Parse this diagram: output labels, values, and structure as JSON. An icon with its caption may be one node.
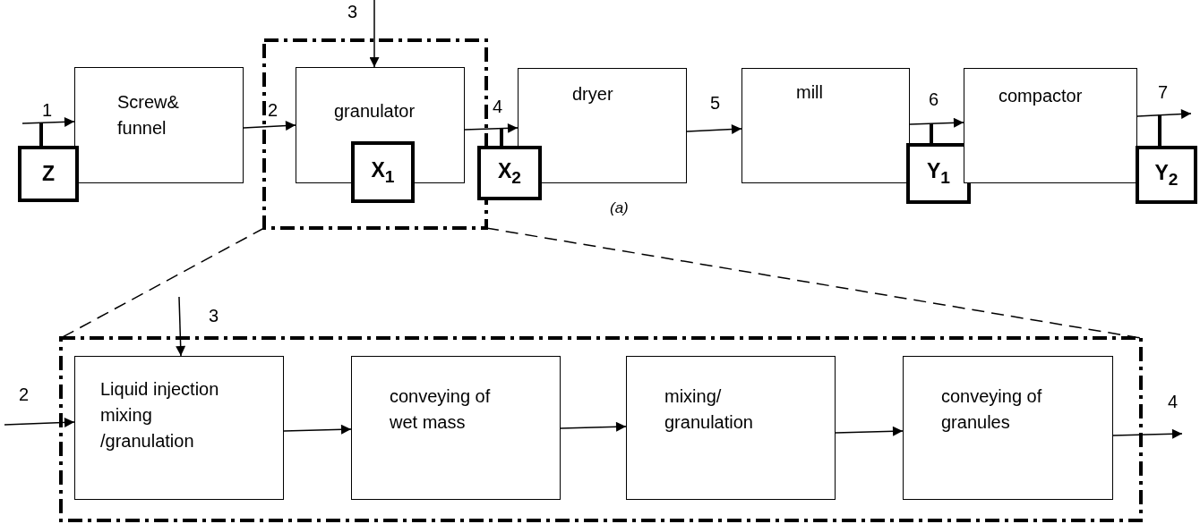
{
  "diagram": {
    "nodes": [
      {
        "text": [
          "Screw& funnel"
        ]
      },
      {
        "text": [
          "Z"
        ]
      },
      {
        "text": [],
        "shape": "box"
      },
      {
        "text": [
          "granulator"
        ],
        "in": 2
      },
      {
        "text": [
          "X$_{1}$"
        ],
        "in": 2
      },
      {
        "text": [
          "dryer"
        ]
      },
      {
        "text": [
          "X$_{2}$"
        ]
      },
      {
        "text": [
          "mill"
        ]
      },
      {
        "text": [
          "Y$_{1}$"
        ]
      },
      {
        "text": [
          "compactor"
        ]
      },
      {
        "text": [
          "Y$_{2}$"
        ]
      },
      {
        "text": [],
        "shape": "box"
      },
      {
        "text": [
          "Liquid injection mixing /granulation"
        ],
        "in": 11
      },
      {
        "text": [
          "conveying of wet mass"
        ],
        "in": 11
      },
      {
        "text": [
          "mixing/ granulation"
        ],
        "in": 11
      },
      {
        "text": [
          "conveying of granules"
        ],
        "in": 11
      }
    ],
    "edges": [
      {
        "from": null,
        "to": 0,
        "arrow": "to",
        "label": "1"
      },
      {
        "from": 0,
        "to": 3,
        "arrow": "to",
        "label": "2"
      },
      {
        "from": null,
        "to": 3,
        "arrow": "to",
        "label": "3"
      },
      {
        "from": 3,
        "to": 5,
        "arrow": "to",
        "label": "4"
      },
      {
        "from": 5,
        "to": 7,
        "arrow": "to",
        "label": "5"
      },
      {
        "from": 7,
        "to": 9,
        "arrow": "to",
        "label": "6"
      },
      {
        "from": 9,
        "to": null,
        "arrow": "to",
        "label": "7"
      },
      {
        "from": 2,
        "to": 11,
        "arrow": "none",
        "style": "dashed"
      },
      {
        "from": 2,
        "to": 11,
        "arrow": "none",
        "style": "dashed"
      },
      {
        "from": null,
        "to": 12,
        "arrow": "to",
        "label": "2"
      },
      {
        "from": null,
        "to": 12,
        "arrow": "to",
        "label": "3"
      },
      {
        "from": 12,
        "to": 13,
        "arrow": "to"
      },
      {
        "from": 13,
        "to": 14,
        "arrow": "to"
      },
      {
        "from": 14,
        "to": 15,
        "arrow": "to"
      },
      {
        "from": 15,
        "to": null,
        "arrow": "to",
        "label": "4"
      },
      {
        "from": 1,
        "to": null,
        "arrow": "none",
        "style": "thick"
      },
      {
        "from": 6,
        "to": null,
        "arrow": "none",
        "style": "thick"
      },
      {
        "from": 8,
        "to": null,
        "arrow": "none",
        "style": "thick"
      },
      {
        "from": 10,
        "to": null,
        "arrow": "none",
        "style": "thick"
      }
    ],
    "labels": [
      "(a)"
    ]
  }
}
